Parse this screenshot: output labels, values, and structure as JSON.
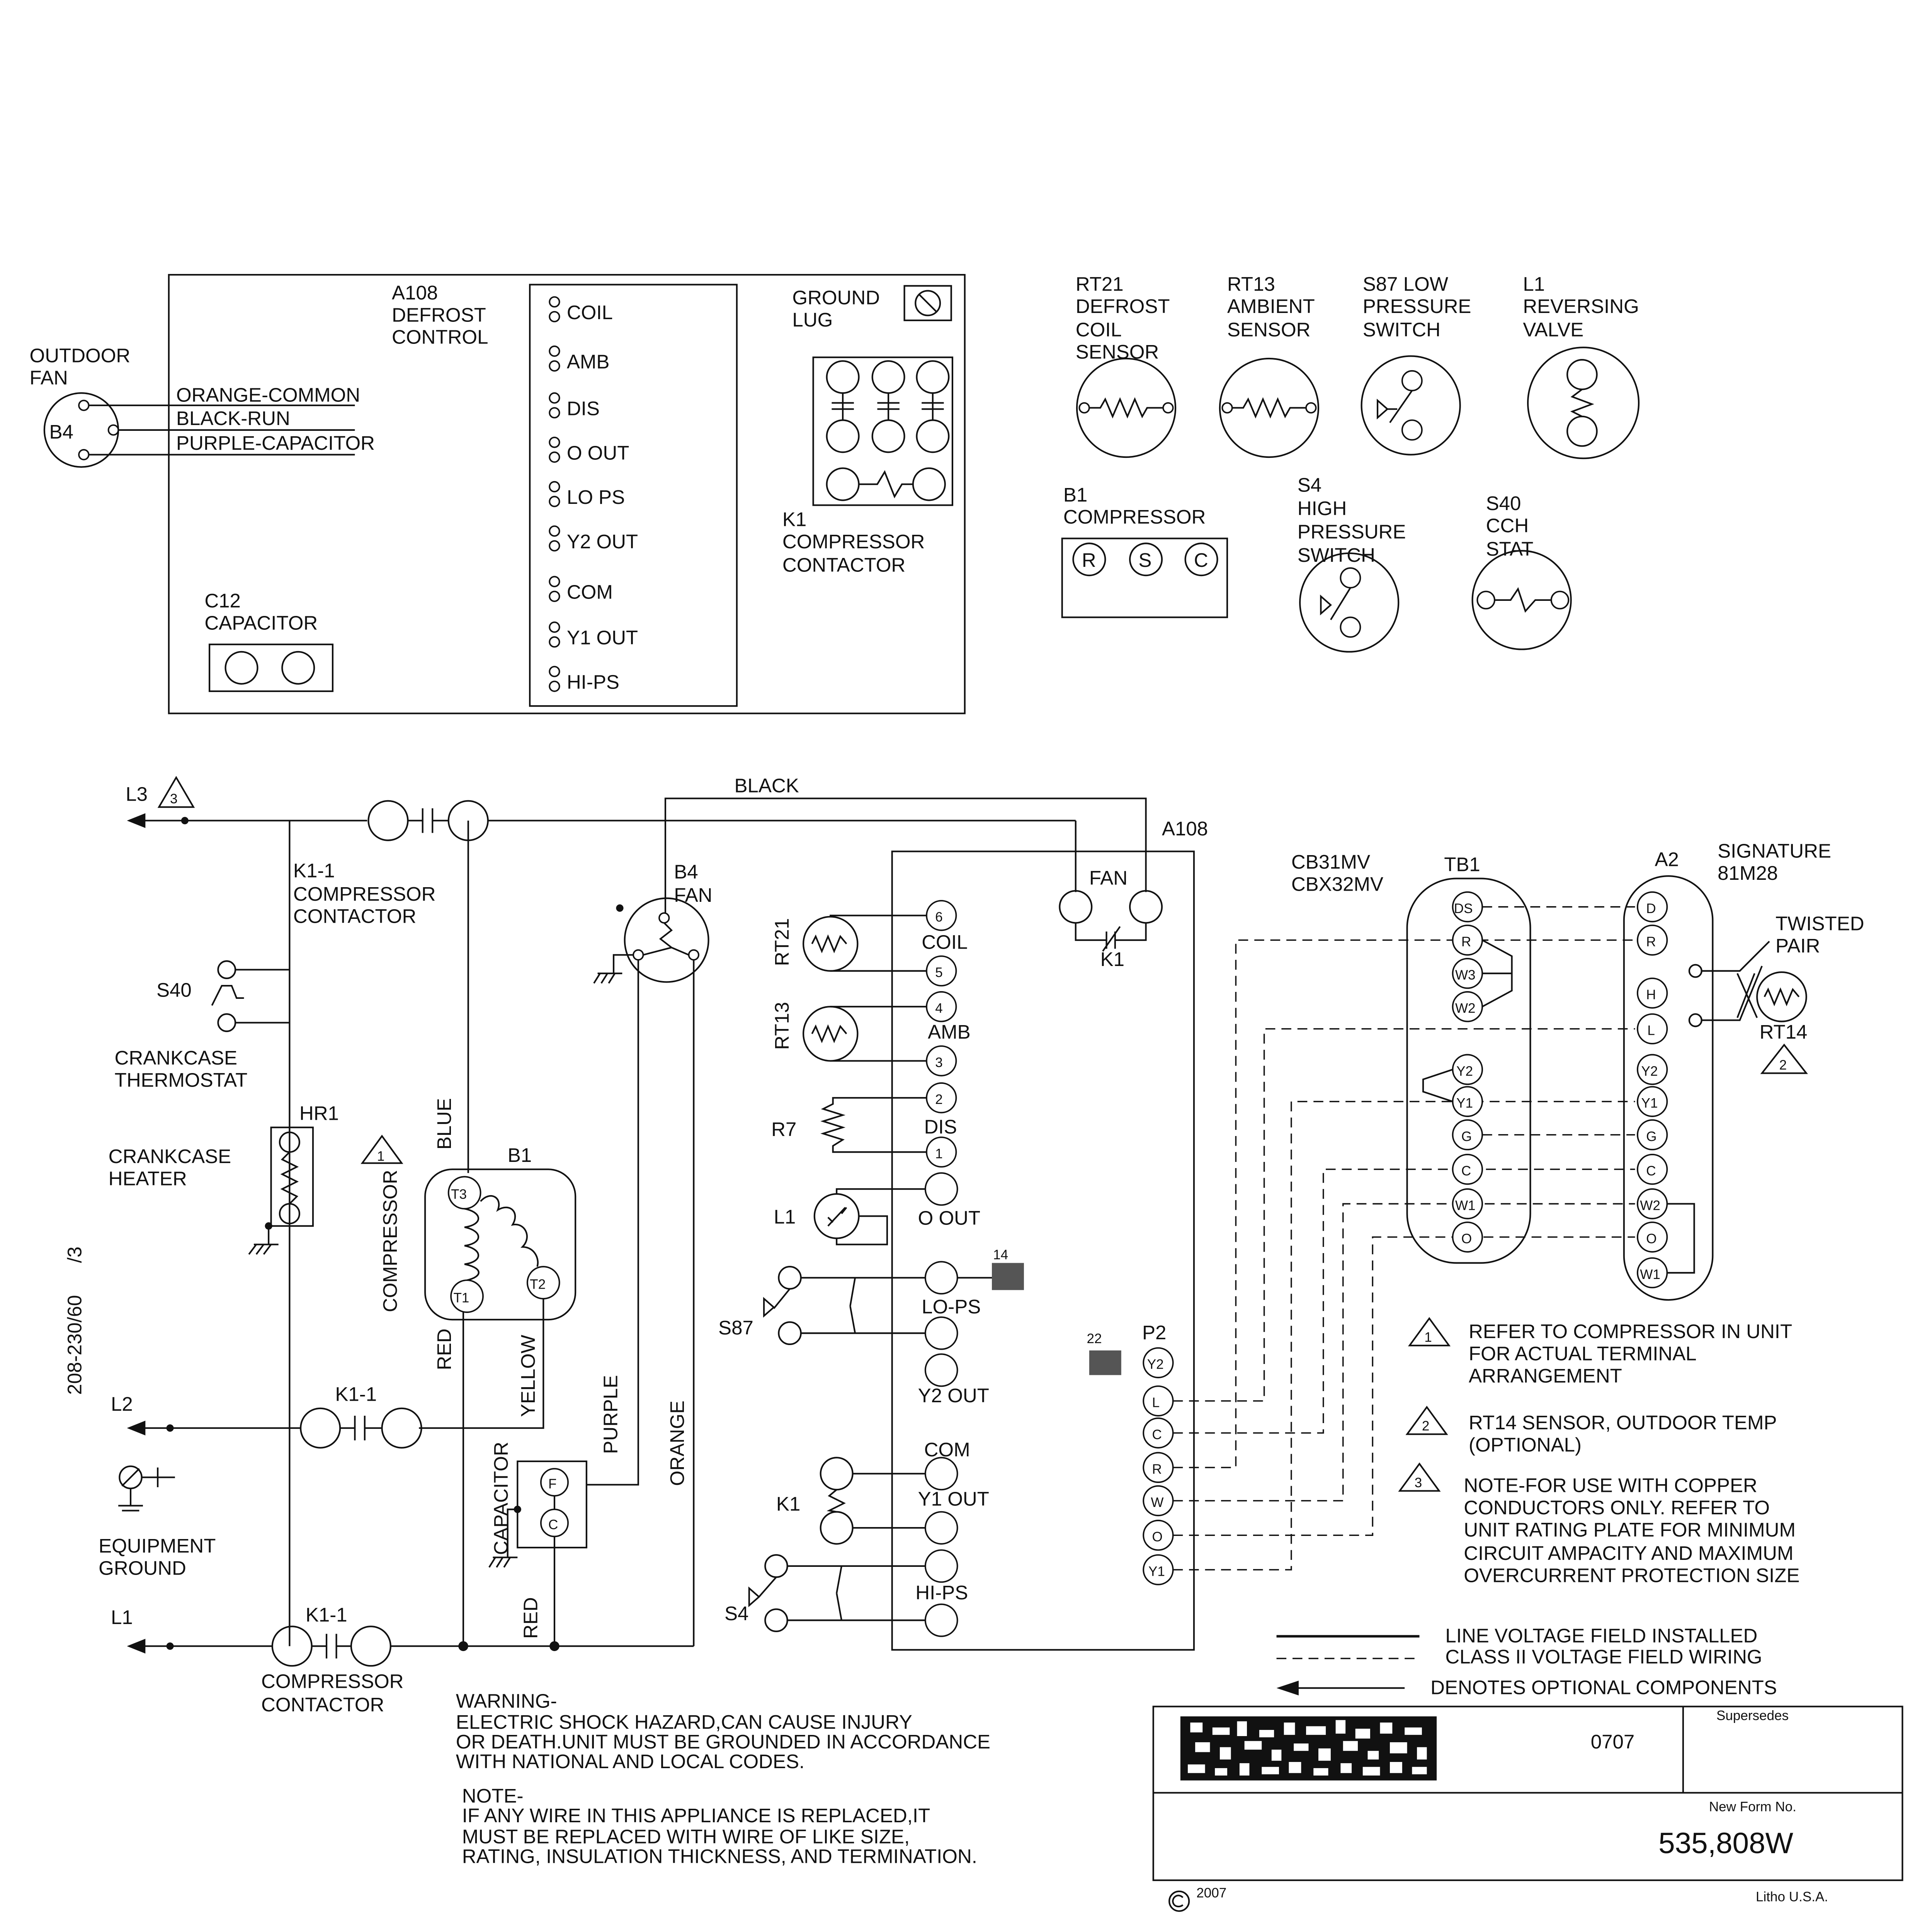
{
  "legend_top": {
    "outdoor_fan": [
      "OUTDOOR",
      "FAN"
    ],
    "fan_motor": "B4",
    "fan_wires": [
      "ORANGE-COMMON",
      "BLACK-RUN",
      "PURPLE-CAPACITOR"
    ],
    "defrost_control": [
      "A108",
      "DEFROST",
      "CONTROL"
    ],
    "defrost_terminals": [
      "COIL",
      "AMB",
      "DIS",
      "O OUT",
      "LO PS",
      "Y2 OUT",
      "COM",
      "Y1 OUT",
      "HI-PS"
    ],
    "ground_lug": [
      "GROUND",
      "LUG"
    ],
    "contactor": [
      "K1",
      "COMPRESSOR",
      "CONTACTOR"
    ],
    "capacitor": [
      "C12",
      "CAPACITOR"
    ],
    "rt21": [
      "RT21",
      "DEFROST",
      "COIL",
      "SENSOR"
    ],
    "rt13": [
      "RT13",
      "AMBIENT",
      "SENSOR"
    ],
    "s87": [
      "S87 LOW",
      "PRESSURE",
      "SWITCH"
    ],
    "l1_valve": [
      "L1",
      "REVERSING",
      "VALVE"
    ],
    "compressor": [
      "B1",
      "COMPRESSOR"
    ],
    "compressor_terminals": [
      "R",
      "S",
      "C"
    ],
    "s4": [
      "S4",
      "HIGH",
      "PRESSURE",
      "SWITCH"
    ],
    "s40": [
      "S40",
      "CCH",
      "STAT"
    ]
  },
  "schematic": {
    "l3": "L3",
    "l2": "L2",
    "l1": "L1",
    "black": "BLACK",
    "a108": "A108",
    "fan_label": "FAN",
    "b4_fan": [
      "B4",
      "FAN"
    ],
    "k1_1_top": [
      "K1-1",
      "COMPRESSOR",
      "CONTACTOR"
    ],
    "k1_1_mid": "K1-1",
    "k1_1_bottom": "K1-1",
    "compressor_contactor_bottom": [
      "COMPRESSOR",
      "CONTACTOR"
    ],
    "s40": "S40",
    "crankcase_thermostat": [
      "CRANKCASE",
      "THERMOSTAT"
    ],
    "hr1": "HR1",
    "crankcase_heater": [
      "CRANKCASE",
      "HEATER"
    ],
    "b1": "B1",
    "compressor_vertical": "COMPRESSOR",
    "blue": "BLUE",
    "red": "RED",
    "yellow": "YELLOW",
    "purple": "PURPLE",
    "orange": "ORANGE",
    "capacitor_vertical": "CAPACITOR",
    "red_bottom": "RED",
    "motor_terminals": [
      "T3",
      "T1",
      "T2"
    ],
    "cap_terminals": [
      "F",
      "C"
    ],
    "equipment_ground": [
      "EQUIPMENT",
      "GROUND"
    ],
    "voltage": "208-230/60",
    "phase": "/3",
    "k1_coil": "K1",
    "sensors": [
      "RT21",
      "RT13",
      "R7",
      "L1",
      "S87",
      "S4",
      "K1"
    ],
    "board_pin_numbers": [
      "6",
      "5",
      "4",
      "3",
      "2",
      "1"
    ],
    "board_labels": [
      "COIL",
      "AMB",
      "DIS",
      "O OUT",
      "LO-PS",
      "Y2 OUT",
      "COM",
      "Y1 OUT",
      "HI-PS"
    ],
    "tag_14": "14",
    "tag_22": "22",
    "p2": "P2",
    "p2_terminals": [
      "Y2",
      "L",
      "C",
      "R",
      "W",
      "O",
      "Y1"
    ],
    "fan_k1": "K1",
    "cb31mv": [
      "CB31MV",
      "CBX32MV"
    ],
    "tb1": "TB1",
    "tb1_terminals": [
      "DS",
      "R",
      "W3",
      "W2",
      "Y2",
      "Y1",
      "G",
      "C",
      "W1",
      "O"
    ],
    "a2": "A2",
    "a2_terminals": [
      "D",
      "R",
      "H",
      "L",
      "Y2",
      "Y1",
      "G",
      "C",
      "W2",
      "O",
      "W1"
    ],
    "signature": [
      "SIGNATURE",
      "81M28"
    ],
    "twisted_pair": [
      "TWISTED",
      "PAIR"
    ],
    "rt14": "RT14"
  },
  "notes": {
    "note1": [
      "REFER TO COMPRESSOR IN UNIT",
      "FOR ACTUAL TERMINAL",
      "ARRANGEMENT"
    ],
    "note2": [
      "RT14 SENSOR, OUTDOOR TEMP",
      "(OPTIONAL)"
    ],
    "note3": [
      "NOTE-FOR USE WITH COPPER",
      "CONDUCTORS ONLY. REFER TO",
      "UNIT RATING PLATE FOR MINIMUM",
      "CIRCUIT AMPACITY AND MAXIMUM",
      "OVERCURRENT PROTECTION SIZE"
    ],
    "line_voltage": "LINE VOLTAGE FIELD INSTALLED",
    "class2": "CLASS II VOLTAGE FIELD WIRING",
    "optional": "DENOTES OPTIONAL COMPONENTS",
    "warning": [
      "WARNING-",
      "ELECTRIC SHOCK HAZARD,CAN CAUSE INJURY",
      "OR DEATH.UNIT MUST BE GROUNDED IN ACCORDANCE",
      "WITH NATIONAL AND LOCAL CODES."
    ],
    "note": [
      "NOTE-",
      "IF ANY WIRE IN THIS APPLIANCE IS REPLACED,IT",
      "MUST BE REPLACED WITH WIRE OF LIKE SIZE,",
      "RATING, INSULATION THICKNESS, AND TERMINATION."
    ],
    "triangle_numbers": [
      "1",
      "2",
      "3"
    ]
  },
  "title_block": {
    "code": "0707",
    "supersedes": "Supersedes",
    "new_form": "New Form No.",
    "form_number": "535,808W",
    "copyright": "2007",
    "litho": "Litho U.S.A."
  }
}
